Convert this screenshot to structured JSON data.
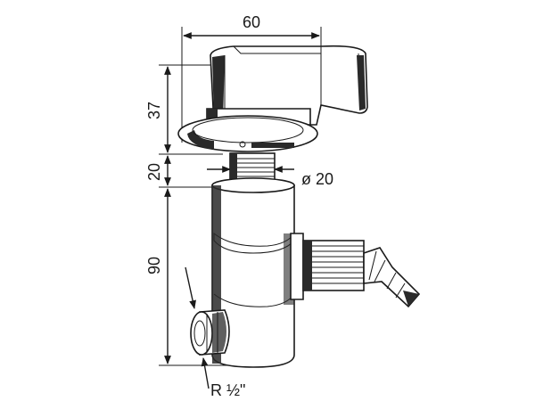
{
  "dimensions": {
    "width_top": "60",
    "handle_height": "37",
    "collar_height": "20",
    "thread_diameter": "ø 20",
    "body_height": "90",
    "connection_thread": "R ½\""
  },
  "colors": {
    "ink": "#1a1a1a",
    "shade": "#2a2a2a",
    "background": "#ffffff"
  }
}
